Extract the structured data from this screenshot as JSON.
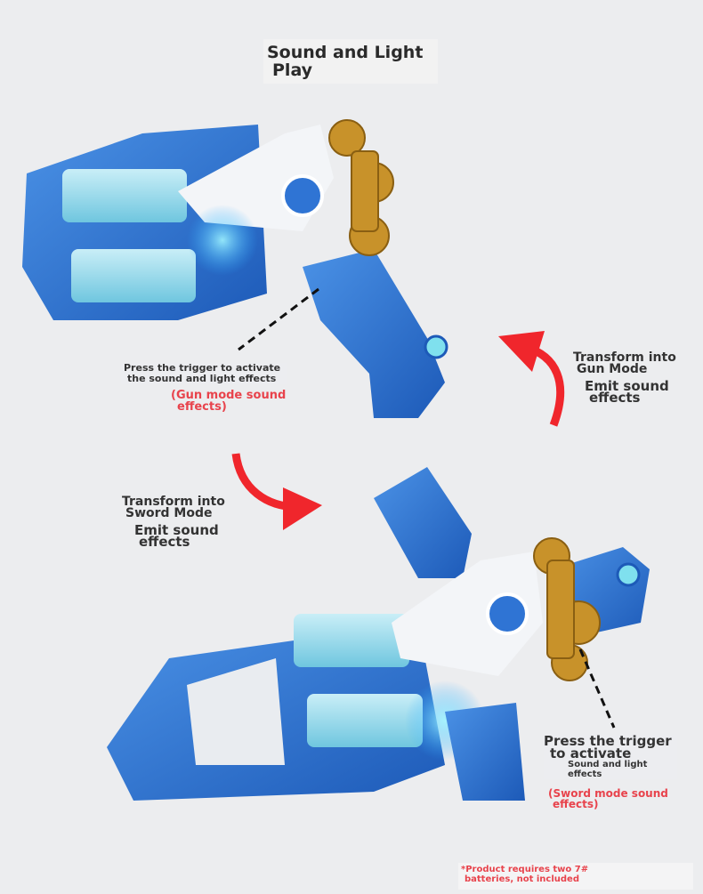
{
  "title": {
    "line1": "Sound and Light",
    "line2": "Play"
  },
  "gun_section": {
    "trigger_note_line1": "Press the trigger to activate",
    "trigger_note_line2": "the sound and light effects",
    "mode_note_line1": "(Gun mode sound",
    "mode_note_line2": "effects)",
    "transform_line1": "Transform into",
    "transform_line2": "Gun Mode",
    "emit_line1": "Emit sound",
    "emit_line2": "effects"
  },
  "sword_section": {
    "transform_line1": "Transform into",
    "transform_line2": "Sword Mode",
    "emit_line1": "Emit sound",
    "emit_line2": "effects",
    "trigger_line1": "Press the trigger",
    "trigger_line2": "to activate",
    "trigger_line3": "Sound and light",
    "trigger_line4": "effects",
    "mode_note_line1": "(Sword mode sound",
    "mode_note_line2": "effects)"
  },
  "footer": {
    "note_line1": "*Product requires two 7#",
    "note_line2": "batteries, not included"
  },
  "colors": {
    "toy_blue": "#2f74d4",
    "toy_dark_blue": "#1b4fa8",
    "translucent_cyan": "#8fd7ea",
    "gold": "#c8922a",
    "arrow_red": "#f0262c"
  }
}
